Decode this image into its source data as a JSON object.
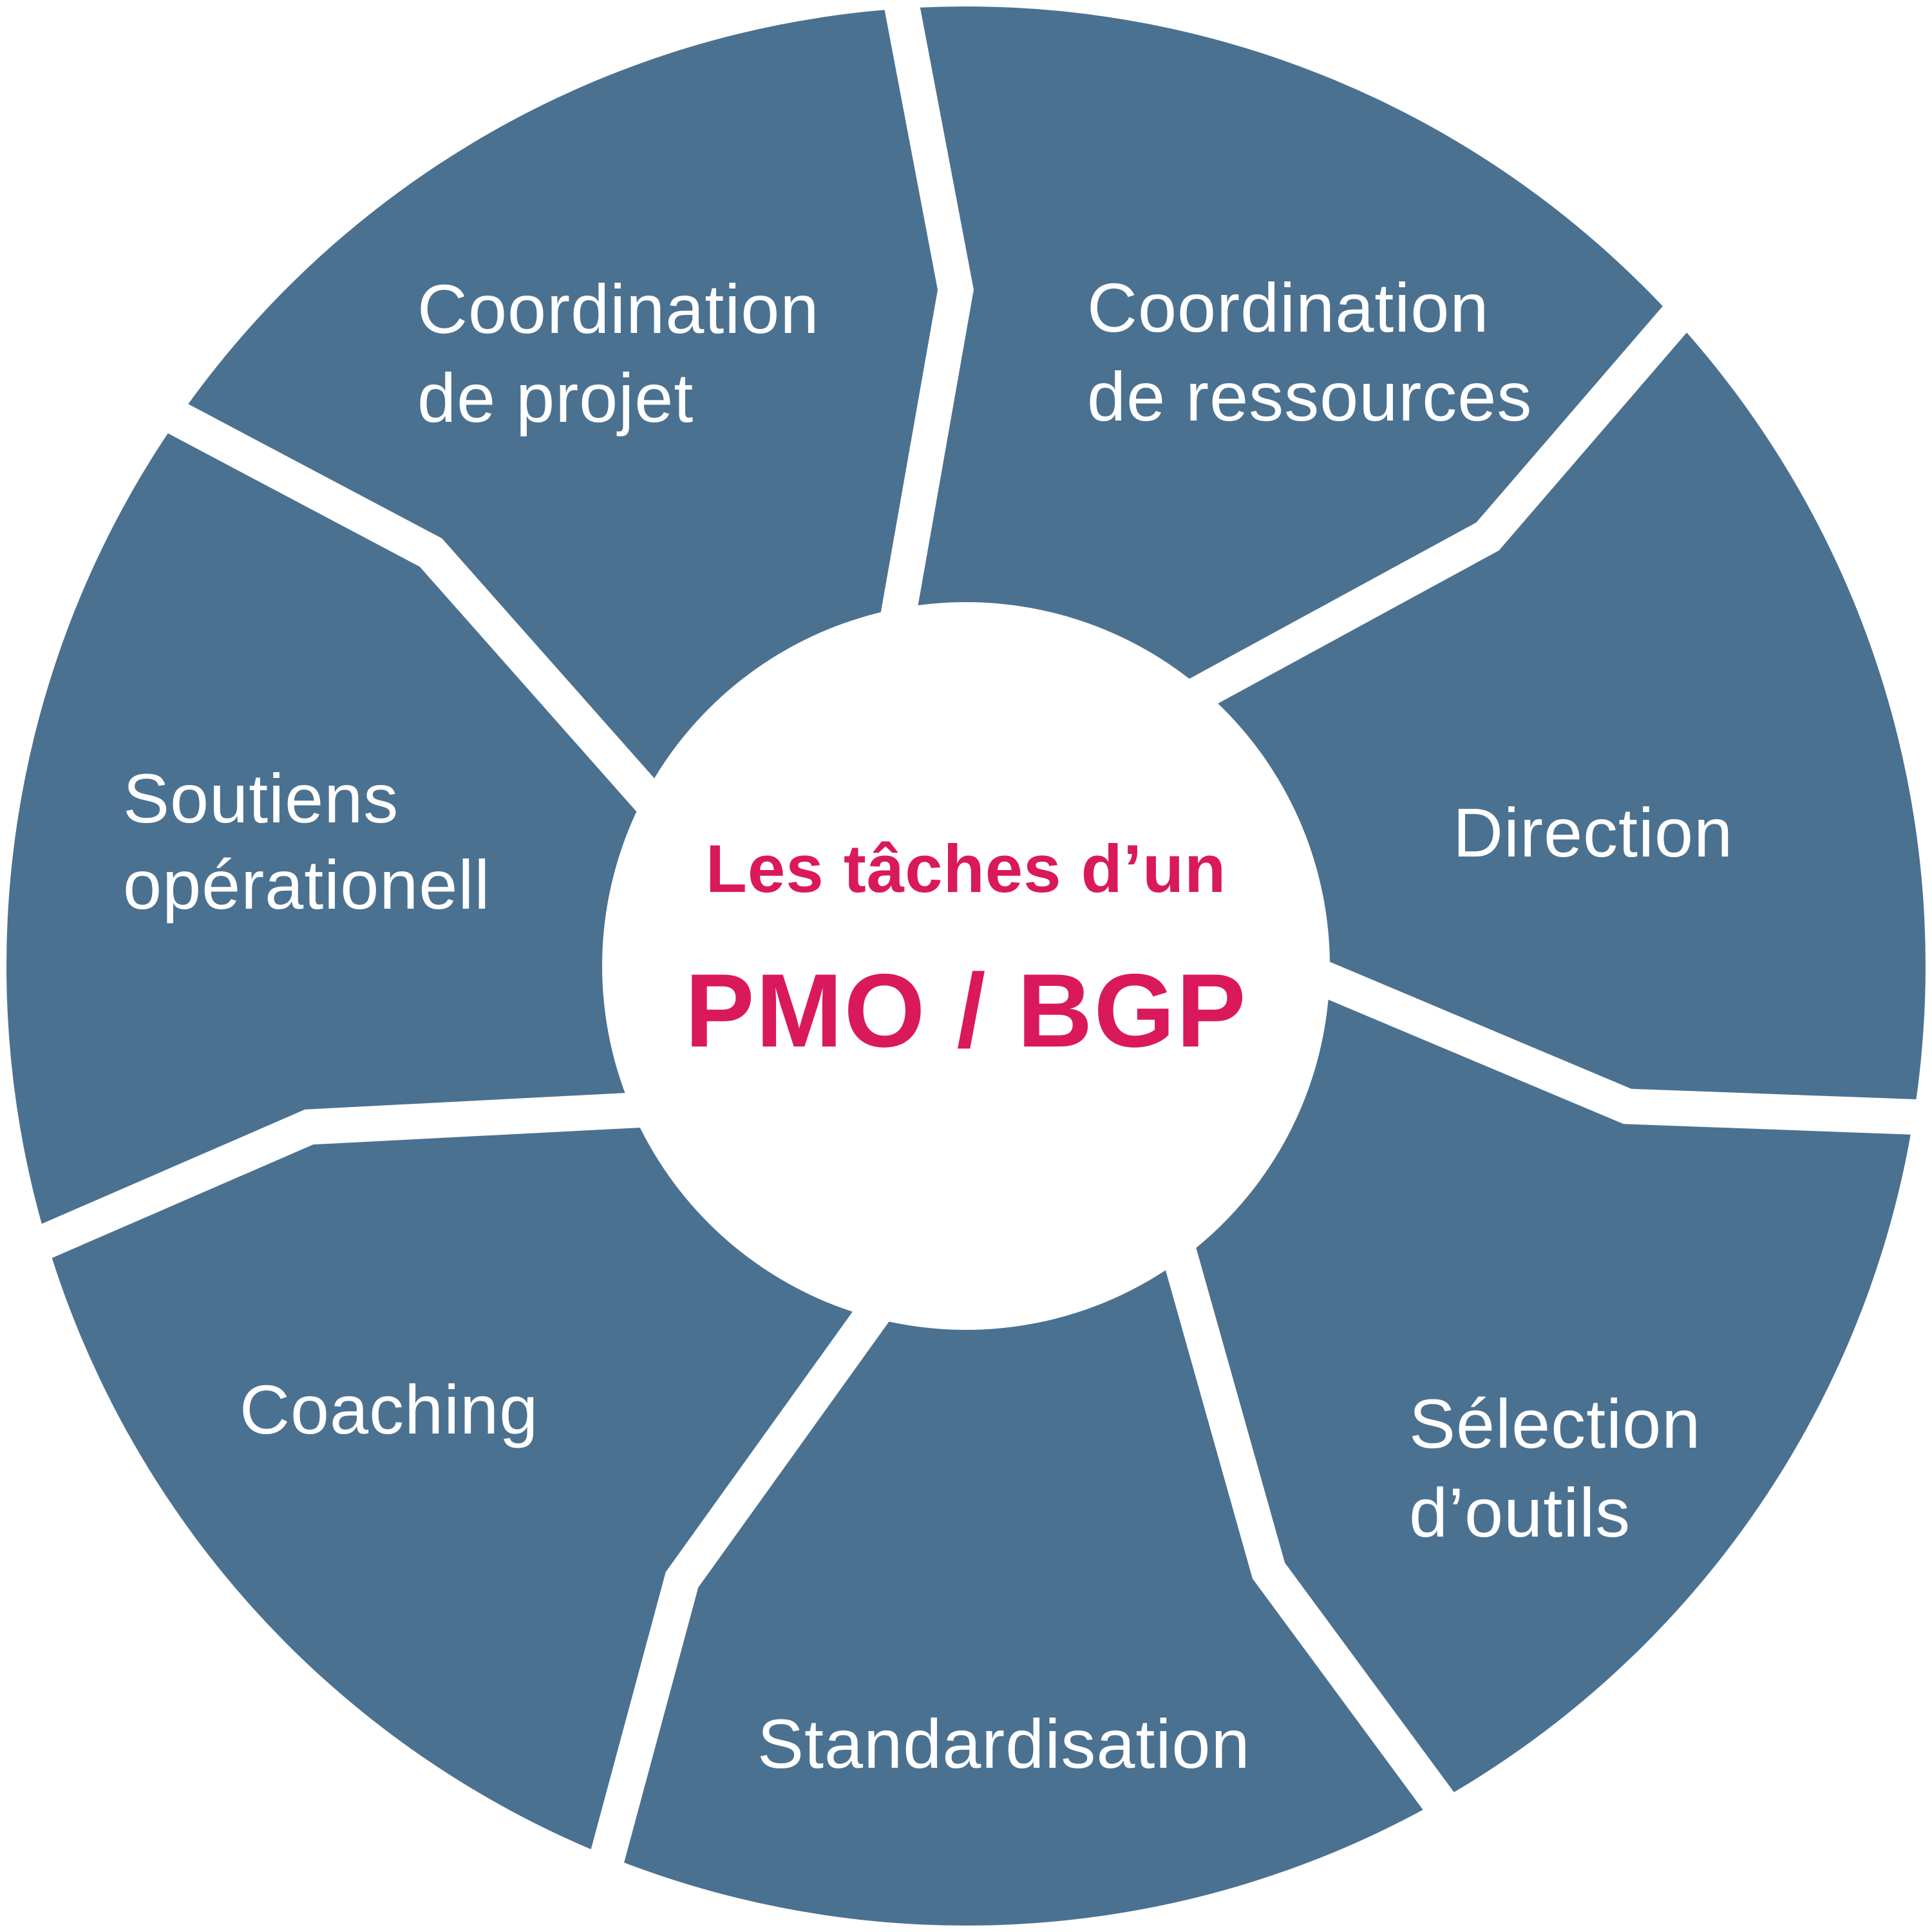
{
  "wheel": {
    "center": {
      "subtitle": "Les tâches d’un",
      "title": "PMO / BGP"
    },
    "segments": [
      {
        "id": "coordination-projet",
        "lines": [
          "Coordination",
          "de projet"
        ]
      },
      {
        "id": "coordination-ressources",
        "lines": [
          "Coordination",
          "de ressources"
        ]
      },
      {
        "id": "direction",
        "lines": [
          "Direction"
        ]
      },
      {
        "id": "selection-outils",
        "lines": [
          "Sélection",
          "d’outils"
        ]
      },
      {
        "id": "standardisation",
        "lines": [
          "Standardisation"
        ]
      },
      {
        "id": "coaching",
        "lines": [
          "Coaching"
        ]
      },
      {
        "id": "soutiens-operationell",
        "lines": [
          "Soutiens",
          "opérationell"
        ]
      }
    ],
    "colors": {
      "segment_blue": "#4B7191",
      "divider_white": "#FFFFFF",
      "center_white": "#FFFFFF",
      "label_white": "#FFFFFF",
      "center_pink": "#D9195C",
      "background": "#FFFFFF"
    }
  }
}
